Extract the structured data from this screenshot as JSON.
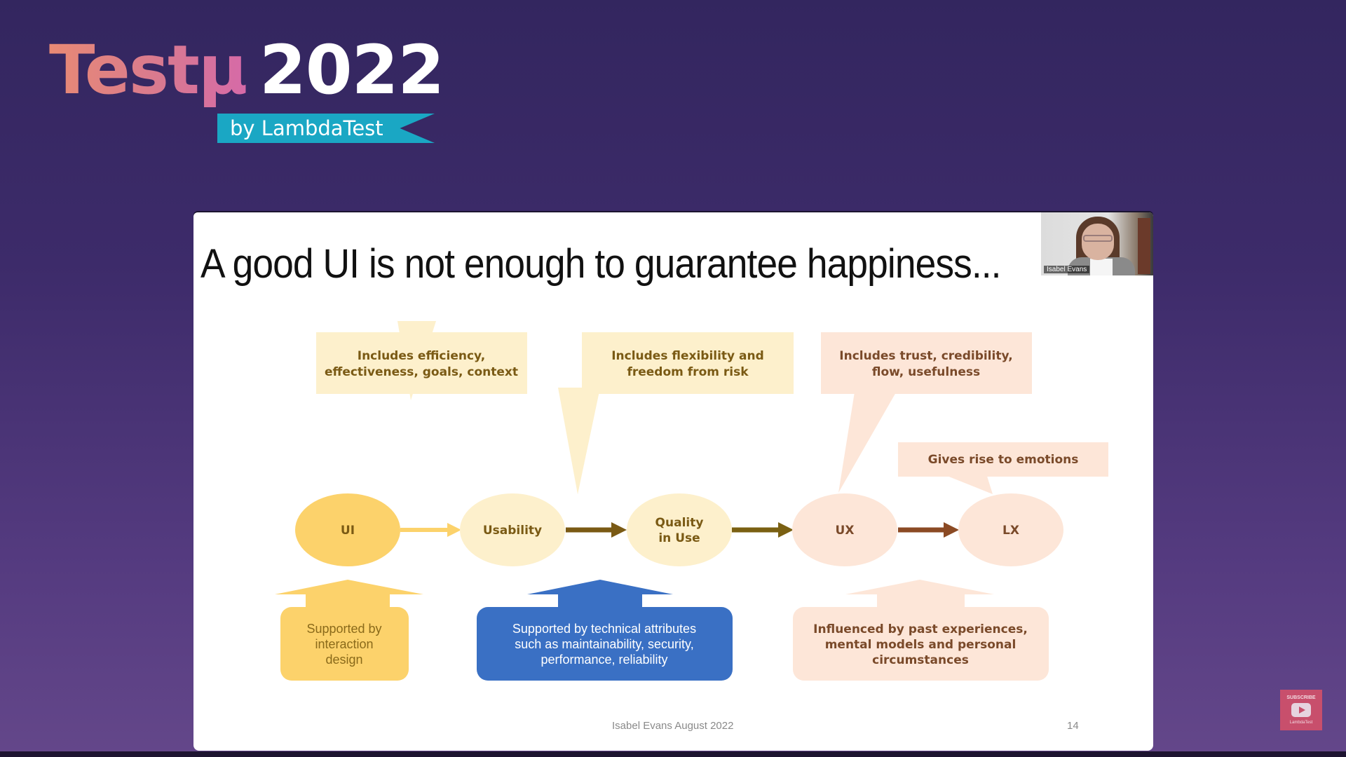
{
  "branding": {
    "event_name": "Testμ",
    "event_year": "2022",
    "byline": "by LambdaTest"
  },
  "slide": {
    "title": "A good UI is not enough to guarantee happiness...",
    "webcam": {
      "presenter_label": "Isabel Evans"
    },
    "footer": {
      "credit": "Isabel Evans August 2022",
      "page_number": "14"
    },
    "diagram": {
      "nodes": [
        {
          "id": "ui",
          "lines": [
            "UI"
          ],
          "fill": "#fcd26b",
          "text_color": "#7a5a14"
        },
        {
          "id": "usability",
          "lines": [
            "Usability"
          ],
          "fill": "#fdf0cc",
          "text_color": "#7a5a14"
        },
        {
          "id": "quality",
          "lines": [
            "Quality",
            "in Use"
          ],
          "fill": "#fdf0cc",
          "text_color": "#7a5a14"
        },
        {
          "id": "ux",
          "lines": [
            "UX"
          ],
          "fill": "#fde6d8",
          "text_color": "#7a4a2a"
        },
        {
          "id": "lx",
          "lines": [
            "LX"
          ],
          "fill": "#fde6d8",
          "text_color": "#7a4a2a"
        }
      ],
      "arrows": [
        {
          "from": "ui",
          "to": "usability",
          "color": "#fcd26b"
        },
        {
          "from": "usability",
          "to": "quality",
          "color": "#7a5a14"
        },
        {
          "from": "quality",
          "to": "ux",
          "color": "#7a6012"
        },
        {
          "from": "ux",
          "to": "lx",
          "color": "#8b4a24"
        }
      ],
      "callouts_top": [
        {
          "id": "usability-callout",
          "lines": [
            "Includes efficiency,",
            "effectiveness, goals, context"
          ],
          "fill": "#fdf0cc",
          "text_color": "#7a5a14"
        },
        {
          "id": "quality-callout",
          "lines": [
            "Includes flexibility and",
            "freedom from risk"
          ],
          "fill": "#fdf0cc",
          "text_color": "#7a5a14"
        },
        {
          "id": "ux-callout",
          "lines": [
            "Includes trust, credibility,",
            "flow, usefulness"
          ],
          "fill": "#fde6d8",
          "text_color": "#7a4a2a"
        },
        {
          "id": "lx-callout",
          "lines": [
            "Gives rise to emotions"
          ],
          "fill": "#fde6d8",
          "text_color": "#7a4a2a"
        }
      ],
      "supports_bottom": [
        {
          "id": "interaction-design",
          "lines": [
            "Supported by",
            "interaction",
            "design"
          ],
          "fill": "#fcd26b",
          "text_color": "#8a6a1a"
        },
        {
          "id": "technical-attributes",
          "lines": [
            "Supported by technical attributes",
            "such as maintainability, security,",
            "performance, reliability"
          ],
          "fill": "#3a70c4",
          "text_color": "#ffffff"
        },
        {
          "id": "past-experiences",
          "lines": [
            "Influenced by past experiences,",
            "mental models and personal",
            "circumstances"
          ],
          "fill": "#fde6d8",
          "text_color": "#7a4a2a"
        }
      ]
    }
  },
  "subscribe_badge": {
    "label": "SUBSCRIBE",
    "brand": "LambdaTest",
    "color": "#c84f6c"
  }
}
